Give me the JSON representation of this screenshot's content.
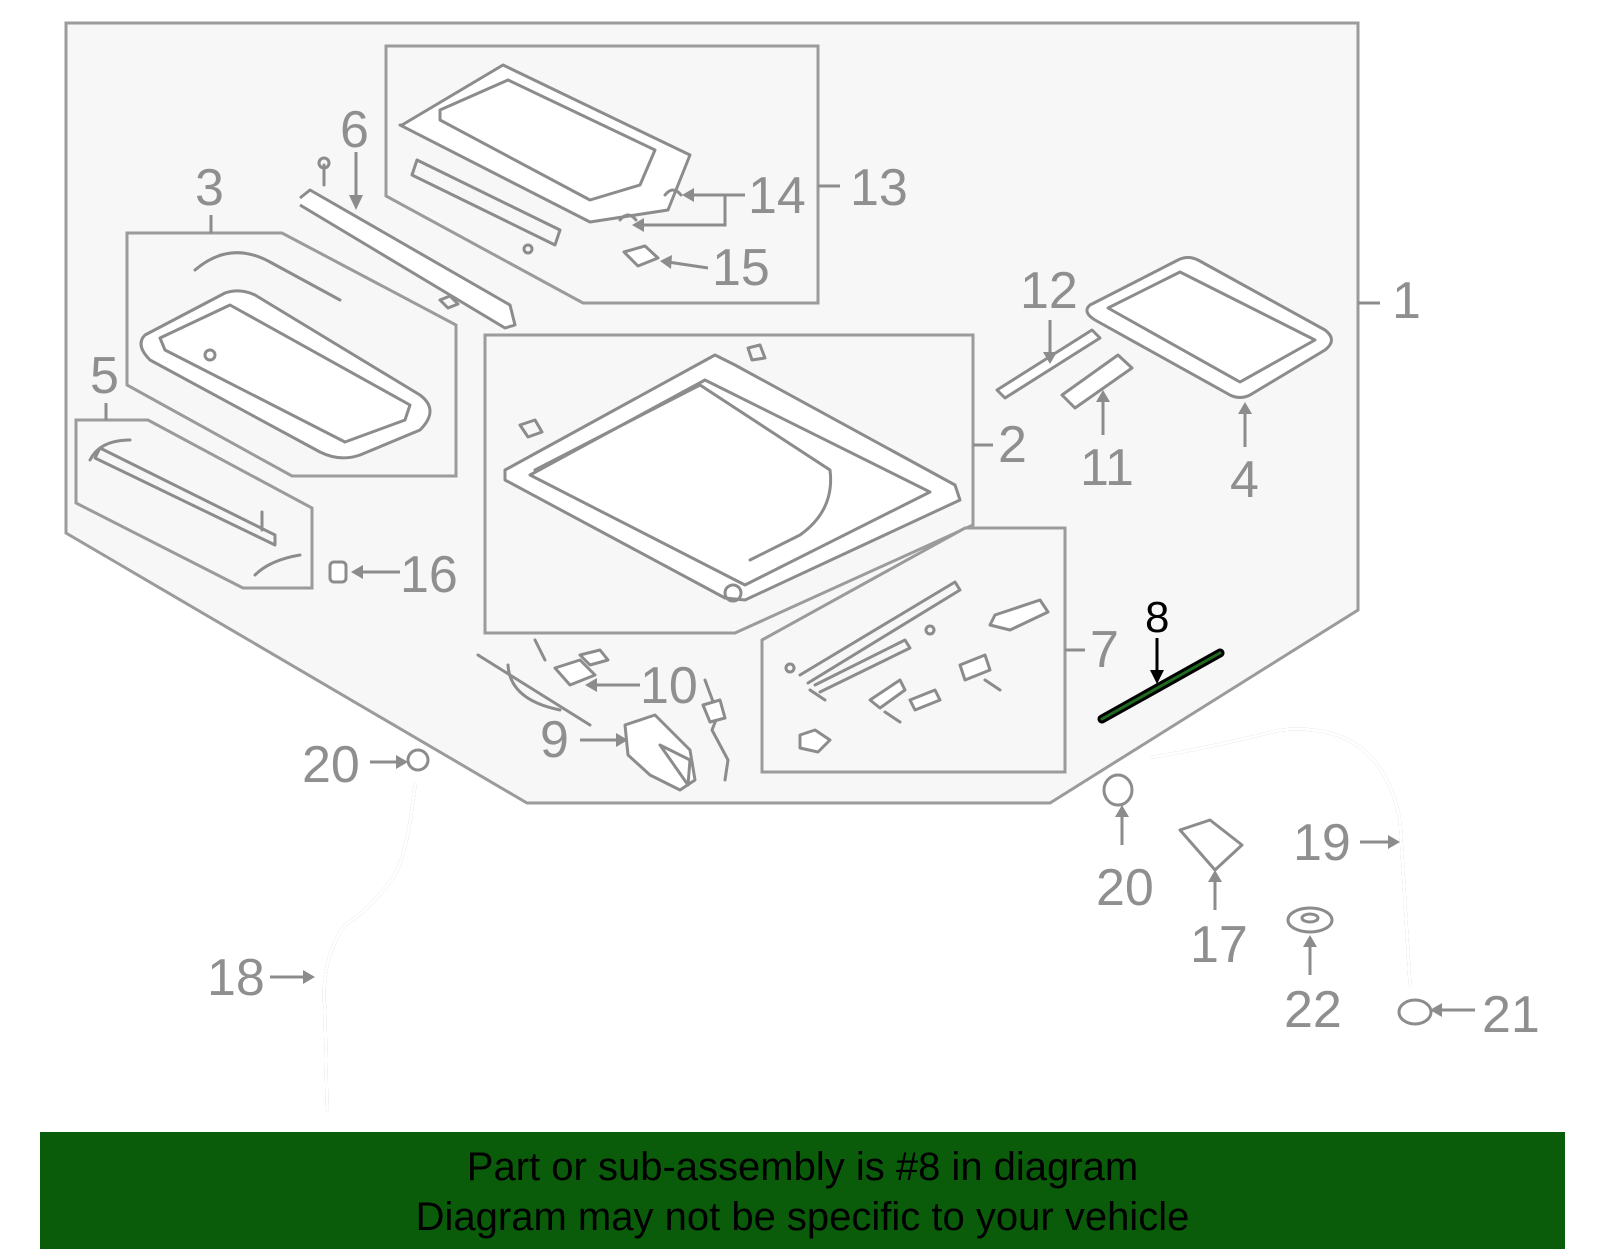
{
  "diagram": {
    "callouts": {
      "c1": "1",
      "c2": "2",
      "c3": "3",
      "c4": "4",
      "c5": "5",
      "c6": "6",
      "c7": "7",
      "c8": "8",
      "c9": "9",
      "c10": "10",
      "c11": "11",
      "c12": "12",
      "c13": "13",
      "c14": "14",
      "c15": "15",
      "c16": "16",
      "c17": "17",
      "c18": "18",
      "c19": "19",
      "c20a": "20",
      "c20b": "20",
      "c21": "21",
      "c22": "22"
    },
    "highlighted_part": "8",
    "colors": {
      "line": "#9b9b9b",
      "highlight": "#000000",
      "highlight_part": "#1f6b1f",
      "banner": "#0a5c0a"
    }
  },
  "banner": {
    "line1": "Part or sub-assembly is #8 in diagram",
    "line2": "Diagram may not be specific to your vehicle"
  }
}
